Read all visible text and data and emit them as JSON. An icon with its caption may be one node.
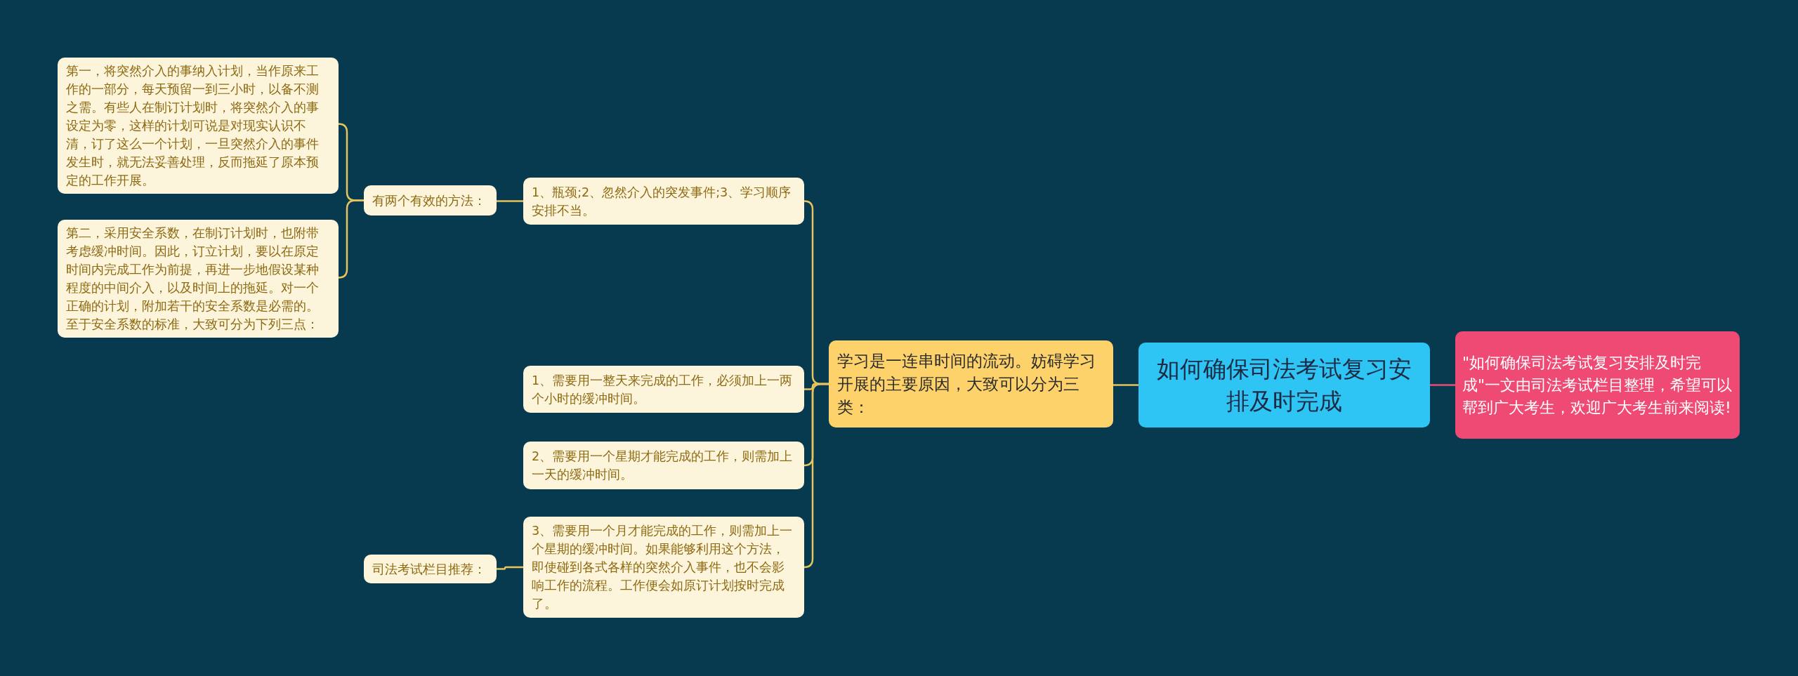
{
  "diagram": {
    "nodes": [
      {
        "text": [
          "如何确保司法考试复习安排及时完成"
        ]
      },
      {
        "text": [
          "学习是一连串时间的流动。妨碍学习开展的主要原因，大致可以分为三类："
        ]
      },
      {
        "text": [
          "\"如何确保司法考试复习安排及时完成\"一文由司法考试栏目整理，希望可以帮到广大考生，欢迎广大考生前来阅读!"
        ]
      },
      {
        "text": [
          "1、瓶颈;2、忽然介入的突发事件;3、学习顺序安排不当。"
        ]
      },
      {
        "text": [
          "有两个有效的方法："
        ]
      },
      {
        "text": [
          "第一，将突然介入的事纳入计划，当作原来工作的一部分，每天预留一到三小时，以备不测之需。有些人在制订计划时，将突然介入的事设定为零，这样的计划可说是对现实认识不清，订了这么一个计划，一旦突然介入的事件发生时，就无法妥善处理，反而拖延了原本预定的工作开展。"
        ]
      },
      {
        "text": [
          "第二，采用安全系数，在制订计划时，也附带考虑缓冲时间。因此，订立计划，要以在原定时间内完成工作为前提，再进一步地假设某种程度的中间介入，以及时间上的拖延。对一个正确的计划，附加若干的安全系数是必需的。至于安全系数的标准，大致可分为下列三点："
        ]
      },
      {
        "text": [
          "1、需要用一整天来完成的工作，必须加上一两个小时的缓冲时间。"
        ]
      },
      {
        "text": [
          "2、需要用一个星期才能完成的工作，则需加上一天的缓冲时间。"
        ]
      },
      {
        "text": [
          "3、需要用一个月才能完成的工作，则需加上一个星期的缓冲时间。如果能够利用这个方法，即使碰到各式各样的突然介入事件，也不会影响工作的流程。工作便会如原订计划按时完成了。"
        ]
      },
      {
        "text": [
          "司法考试栏目推荐："
        ]
      }
    ],
    "edges": [
      {
        "from": 0,
        "to": 1,
        "arrow": "none"
      },
      {
        "from": 0,
        "to": 2,
        "arrow": "none",
        "color": "#e84a72"
      },
      {
        "from": 1,
        "to": 3,
        "arrow": "none"
      },
      {
        "from": 1,
        "to": 7,
        "arrow": "none"
      },
      {
        "from": 1,
        "to": 8,
        "arrow": "none"
      },
      {
        "from": 1,
        "to": 9,
        "arrow": "none"
      },
      {
        "from": 3,
        "to": 4,
        "arrow": "none"
      },
      {
        "from": 4,
        "to": 5,
        "arrow": "none"
      },
      {
        "from": 4,
        "to": 6,
        "arrow": "none"
      },
      {
        "from": 9,
        "to": 10,
        "arrow": "none"
      }
    ]
  }
}
